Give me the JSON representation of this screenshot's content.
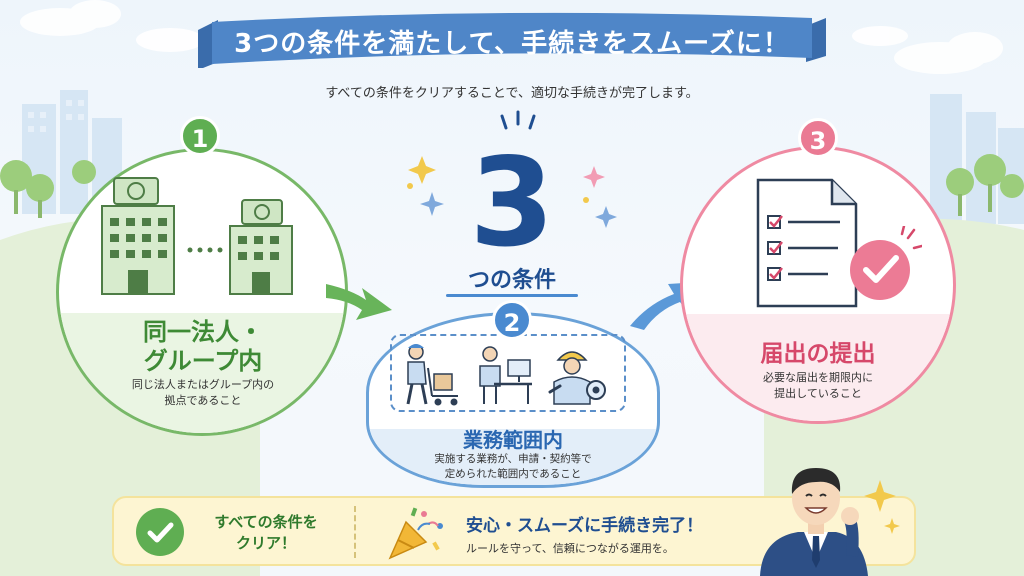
{
  "banner": {
    "title": "3つの条件を満たして、手続きをスムーズに！"
  },
  "subtitle": "すべての条件をクリアすることで、適切な手続きが完了します。",
  "center": {
    "number": "3",
    "label": "つの条件"
  },
  "conditions": [
    {
      "badge": "1",
      "title_line1": "同一法人・",
      "title_line2": "グループ内",
      "desc_line1": "同じ法人またはグループ内の",
      "desc_line2": "拠点であること"
    },
    {
      "badge": "2",
      "title": "業務範囲内",
      "desc_line1": "実施する業務が、申請・契約等で",
      "desc_line2": "定められた範囲内であること"
    },
    {
      "badge": "3",
      "title": "届出の提出",
      "desc_line1": "必要な届出を期限内に",
      "desc_line2": "提出していること"
    }
  ],
  "bottom": {
    "clear_line1": "すべての条件を",
    "clear_line2": "クリア！",
    "complete_title": "安心・スムーズに手続き完了！",
    "complete_desc": "ルールを守って、信頼につながる運用を。"
  },
  "colors": {
    "green": "#5fae52",
    "blue": "#4a8ad0",
    "navy": "#1f4e91",
    "pink": "#ea7a93",
    "banner": "#4f86c8",
    "bottom_bg": "#fdf5d2"
  },
  "icons": [
    "office-building-icon",
    "worker-with-cart-icon",
    "desk-worker-icon",
    "engineer-gear-icon",
    "checklist-document-icon",
    "checkmark-icon",
    "party-popper-icon",
    "businessman-icon",
    "sparkle-icon"
  ]
}
